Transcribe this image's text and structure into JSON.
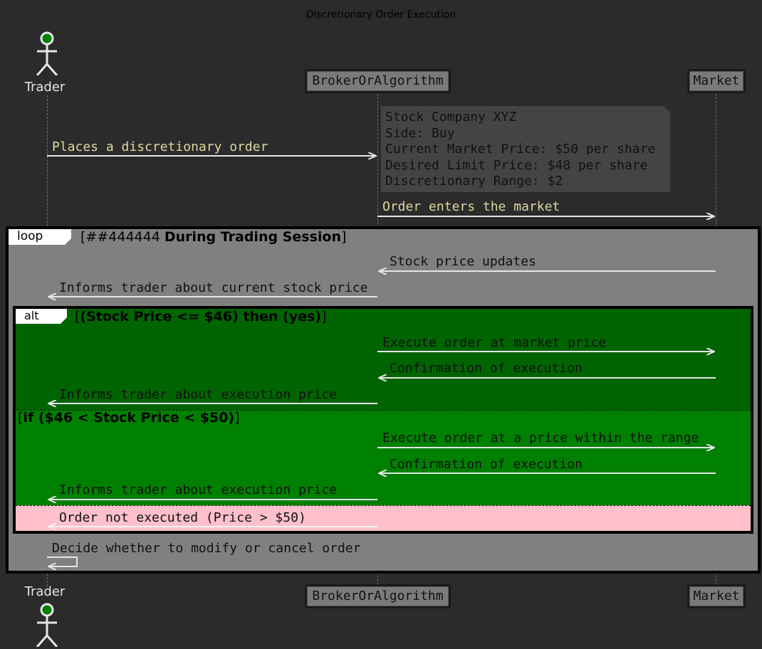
{
  "diagram": {
    "title": "Discretionary Order Execution",
    "participants": {
      "trader": "Trader",
      "broker": "BrokerOrAlgorithm",
      "market": "Market"
    },
    "note": {
      "lines": [
        "Stock Company XYZ",
        "Side: Buy",
        "Current Market Price: $50 per share",
        "Desired Limit Price: $48 per share",
        "Discretionary Range: $2"
      ]
    },
    "messages": {
      "m1": "Places a discretionary order",
      "m2": "Order enters the market",
      "m3": "Stock price updates",
      "m4": "Informs trader about current stock price",
      "m5": "Execute order at market price",
      "m6": "Confirmation of execution",
      "m7": "Informs trader about execution price",
      "m8": "Execute order at a price within the range",
      "m9": "Confirmation of execution",
      "m10": "Informs trader about execution price",
      "m11": "Order not executed (Price > $50)",
      "m12": "Decide whether to modify or cancel order"
    },
    "loop": {
      "keyword": "loop",
      "guard_prefix": "##444444",
      "guard_bold": "During Trading Session"
    },
    "alt": {
      "keyword": "alt",
      "guard1": "(Stock Price <= $46) then (yes)",
      "guard2": "if ($46 < Stock Price < $50)"
    },
    "colors": {
      "background": "#2b2b2b",
      "loop_fill": "#808080",
      "alt_branch1": "#006400",
      "alt_branch2": "#008000",
      "alt_else": "#ffc0cb",
      "note_fill": "#444444",
      "message_highlight": "#dcd8a0",
      "actor_head": "#008000"
    },
    "icons": {
      "actor": "stick-figure-icon"
    }
  }
}
